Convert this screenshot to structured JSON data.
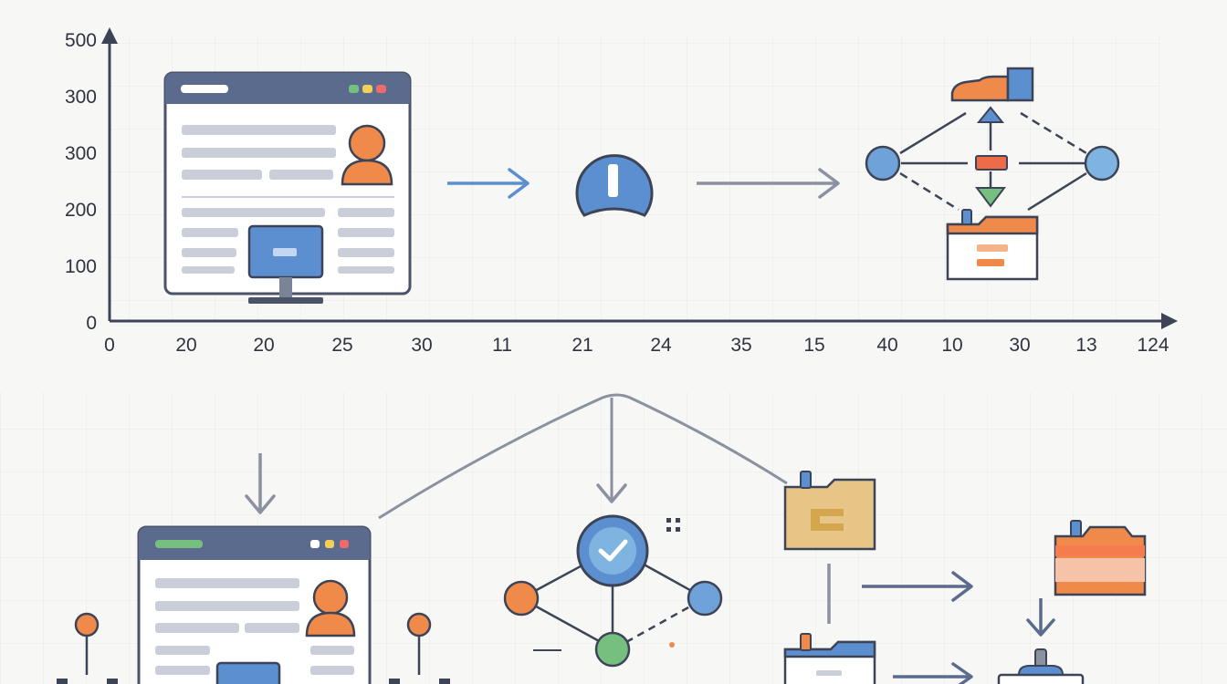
{
  "axis": {
    "y_ticks": [
      "500",
      "300",
      "300",
      "200",
      "100",
      "0"
    ],
    "x_ticks": [
      "0",
      "20",
      "20",
      "25",
      "30",
      "11",
      "21",
      "24",
      "35",
      "15",
      "40",
      "10",
      "30",
      "13",
      "124"
    ]
  },
  "colors": {
    "navy": "#5b6b8e",
    "blue": "#5b8fd0",
    "light_blue": "#7fb3e0",
    "orange": "#ef8a4a",
    "green": "#76c07f",
    "yellow": "#f2cf5b",
    "red": "#ee6b6b",
    "tan": "#e7c586",
    "gray_line": "#8c91a1",
    "skeleton": "#c9ced8"
  },
  "icons": [
    "browser-window-icon",
    "user-avatar-icon",
    "monitor-icon",
    "info-circle-icon",
    "network-diagram-icon",
    "folder-icon",
    "checkmark-circle-icon",
    "shipping-box-icon"
  ]
}
